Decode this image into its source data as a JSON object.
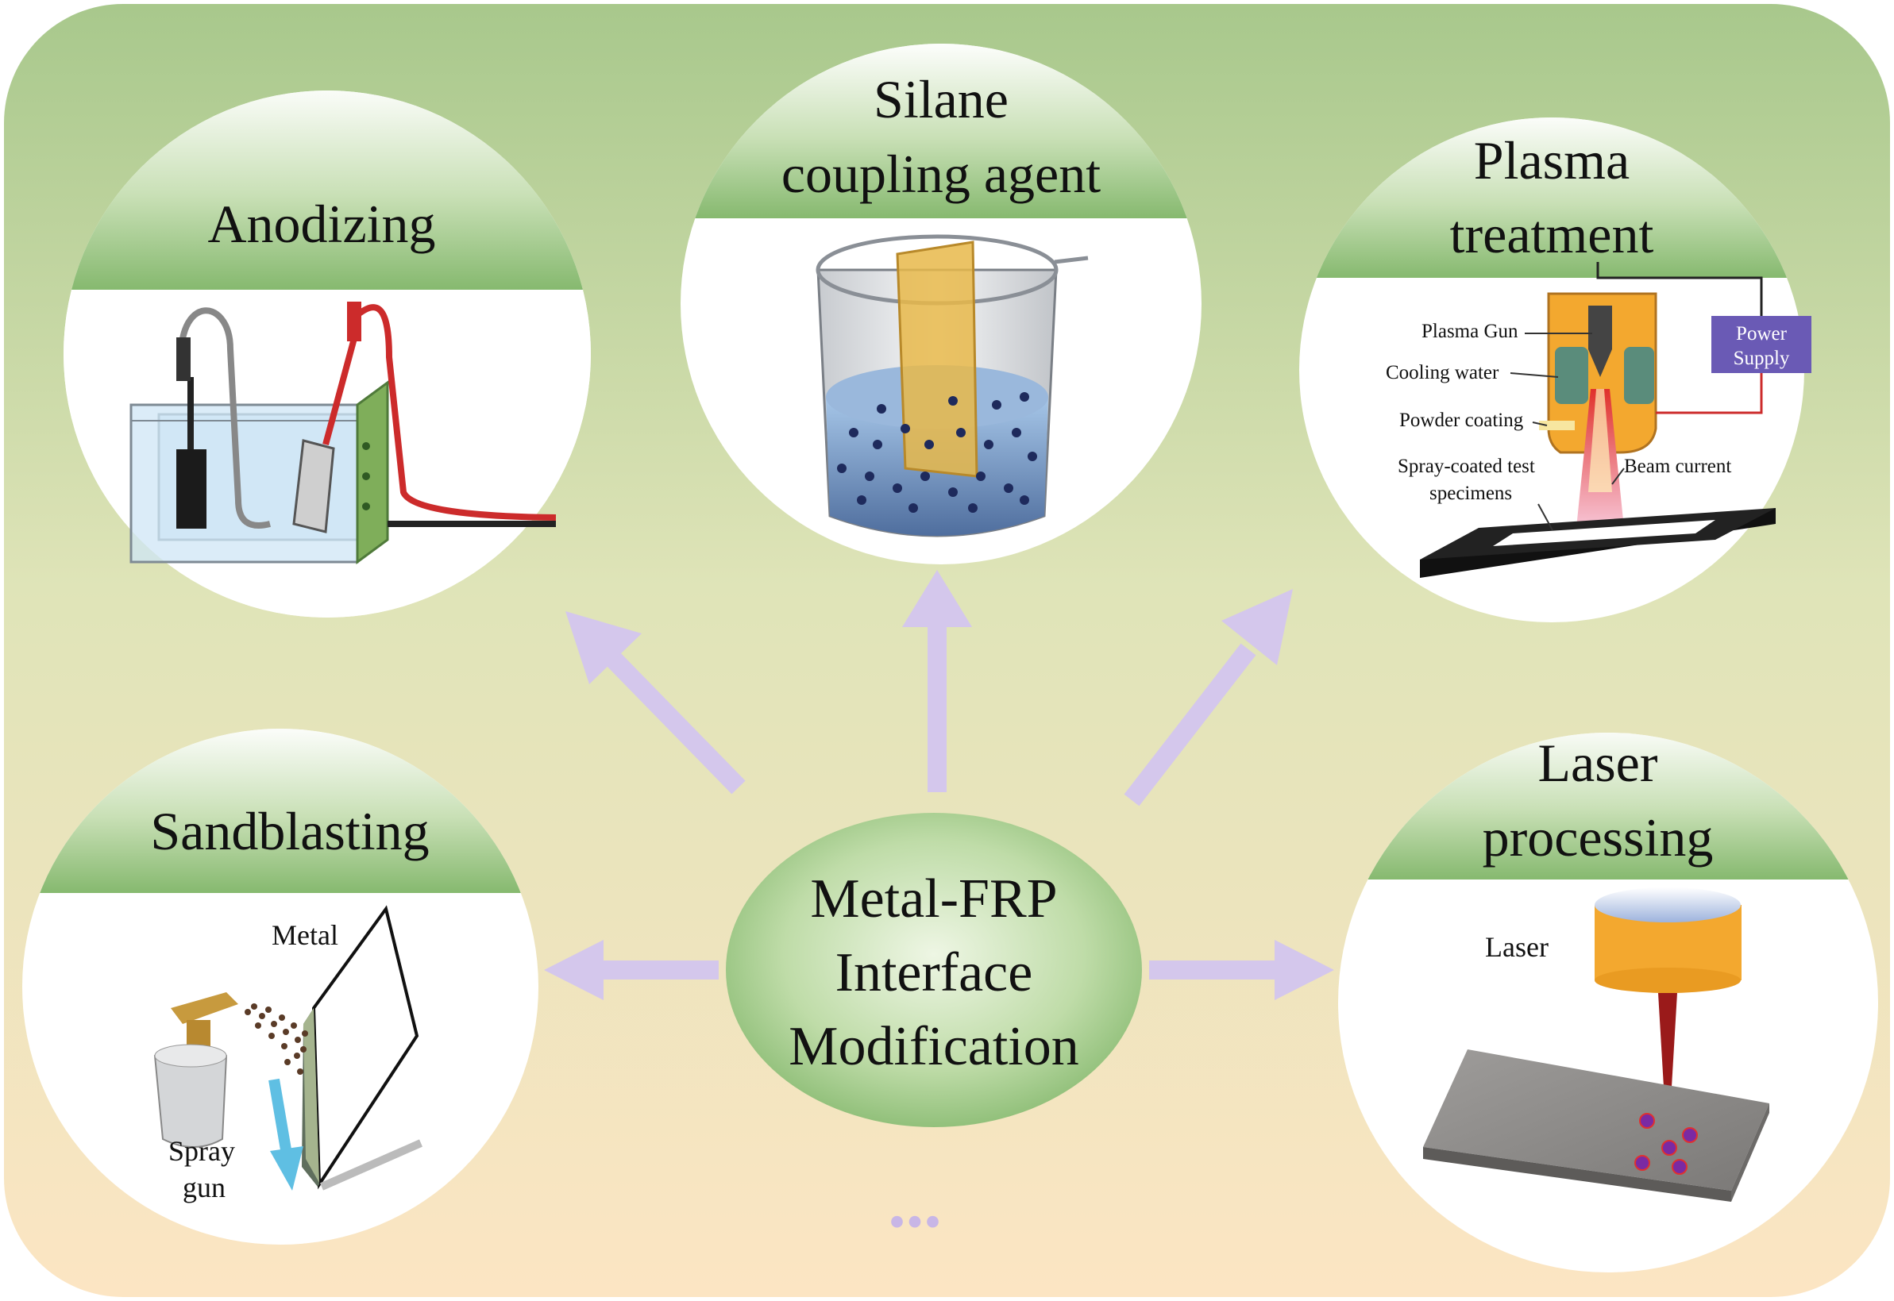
{
  "center": {
    "line1": "Metal-FRP",
    "line2": "Interface",
    "line3": "Modification"
  },
  "panels": {
    "anodizing": {
      "title": "Anodizing"
    },
    "silane": {
      "title_line1": "Silane",
      "title_line2": "coupling agent"
    },
    "plasma": {
      "title_line1": "Plasma",
      "title_line2": "treatment",
      "labels": {
        "plasma_gun": "Plasma Gun",
        "cooling_water": "Cooling water",
        "powder_coating": "Powder coating",
        "spray_coated_1": "Spray-coated test",
        "spray_coated_2": "specimens",
        "beam_current": "Beam current",
        "power_1": "Power",
        "power_2": "Supply"
      }
    },
    "sandblasting": {
      "title": "Sandblasting",
      "labels": {
        "metal": "Metal",
        "spray_1": "Spray",
        "spray_2": "gun"
      }
    },
    "laser": {
      "title_line1": "Laser",
      "title_line2": "processing",
      "labels": {
        "laser": "Laser"
      }
    }
  },
  "ellipsis": "...",
  "colors": {
    "bg_top": "#a9c98e",
    "bg_bottom": "#fbe6c2",
    "arrow": "#d4c7ec",
    "center_fill": "#9fca88",
    "title_band": "#8fc07a",
    "power_supply": "#6a5ab5"
  }
}
